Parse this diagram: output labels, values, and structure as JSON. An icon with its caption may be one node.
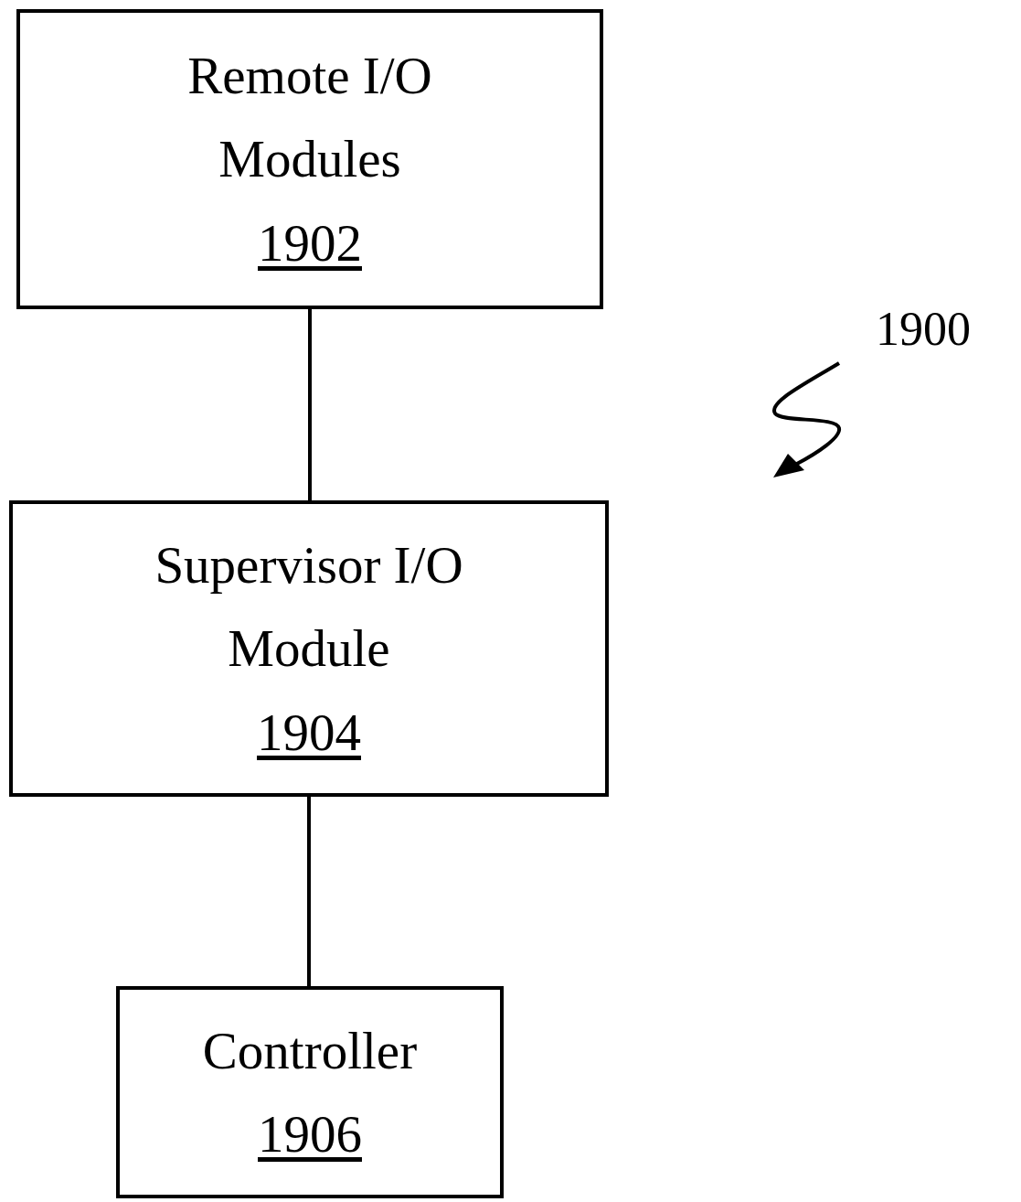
{
  "diagram": {
    "nodes": [
      {
        "text": [
          "Remote I/O Modules",
          "1902"
        ]
      },
      {
        "text": [
          "Supervisor I/O Module",
          "1904"
        ]
      },
      {
        "text": [
          "Controller",
          "1906"
        ]
      }
    ],
    "edges": [
      {
        "from": 0,
        "to": 1,
        "arrow": "none"
      },
      {
        "from": 1,
        "to": 2,
        "arrow": "none"
      }
    ],
    "labels": [
      "1900"
    ]
  }
}
